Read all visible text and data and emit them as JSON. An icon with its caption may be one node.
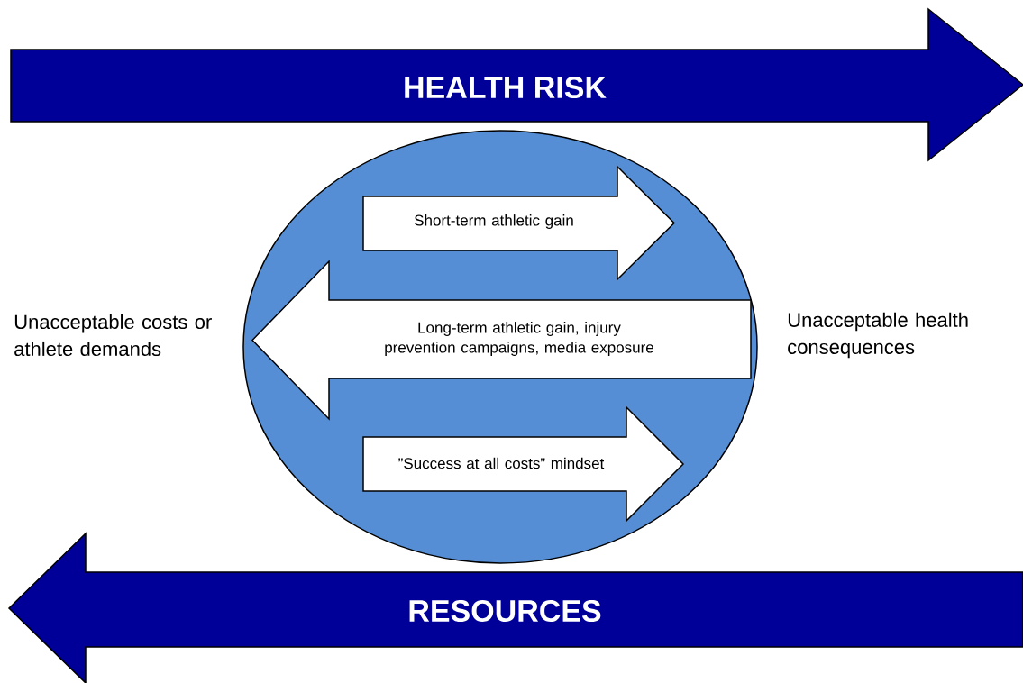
{
  "diagram": {
    "nodes": [
      {
        "text": [
          "HEALTH RISK"
        ]
      },
      {
        "text": [],
        "shape": "circle"
      },
      {
        "text": [
          "Short-term athletic gain"
        ],
        "in": 1
      },
      {
        "text": [
          "Long-term athletic gain, injury prevention campaigns, media exposure"
        ],
        "in": 1
      },
      {
        "text": [
          "”Success at all costs” mindset"
        ],
        "in": 1
      },
      {
        "text": [
          "RESOURCES"
        ]
      }
    ],
    "labels": [
      "Unacceptable costs or athlete demands",
      "Unacceptable health consequences"
    ]
  }
}
